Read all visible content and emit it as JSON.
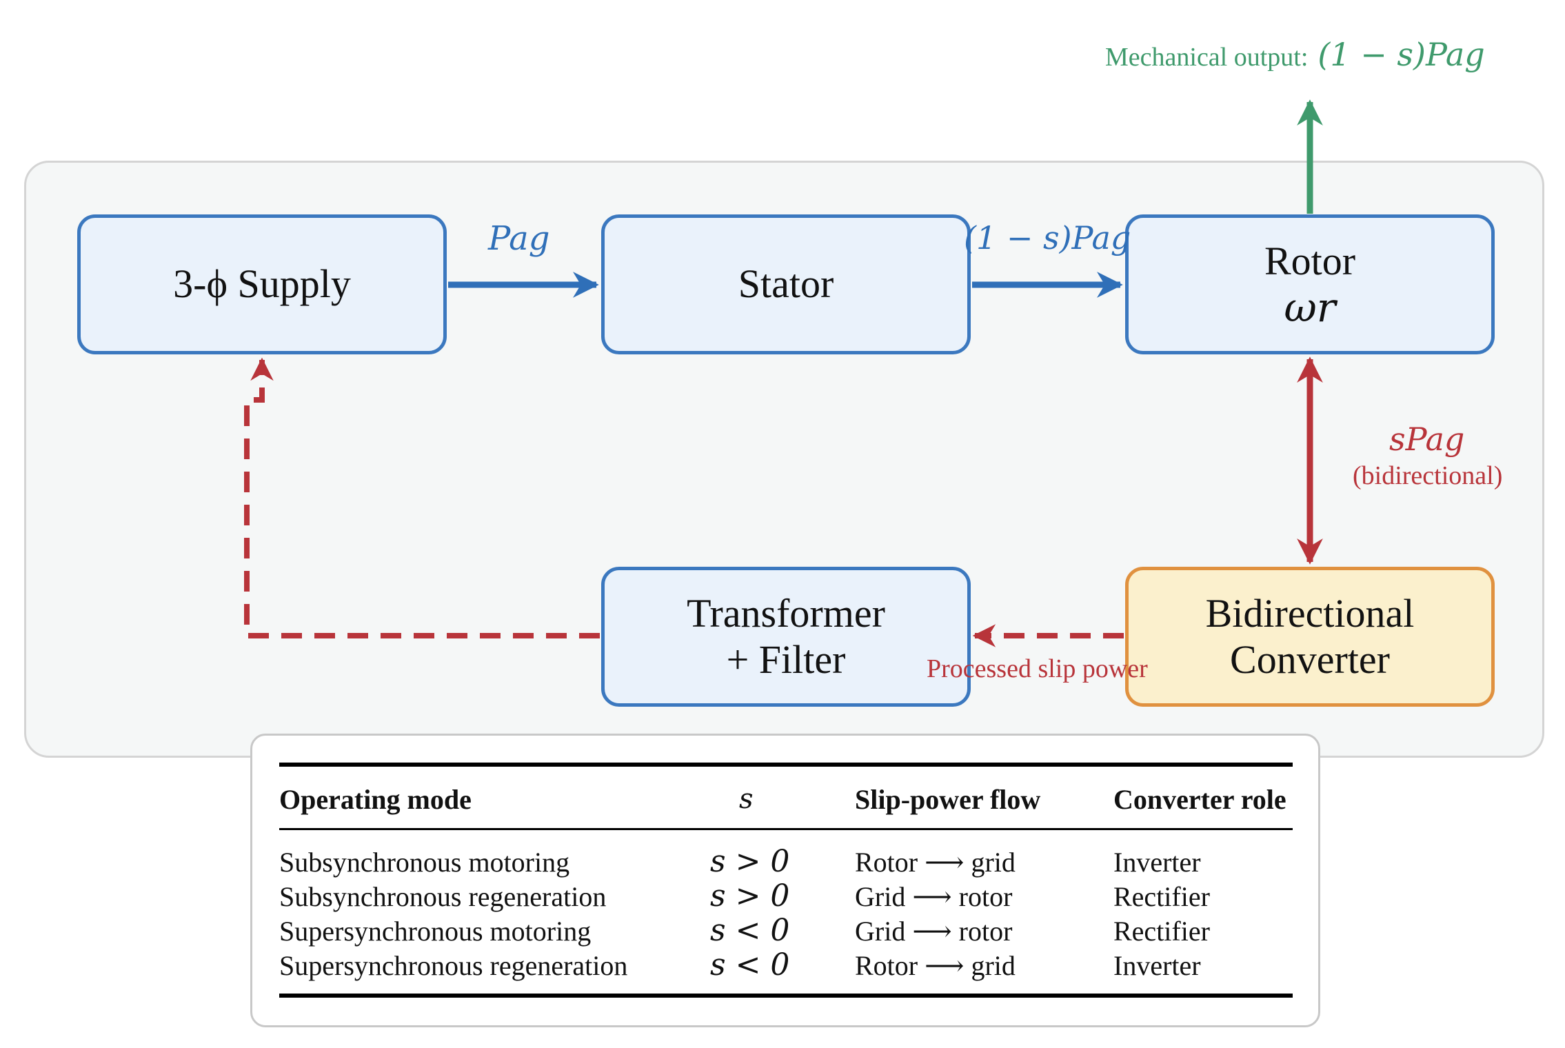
{
  "diagram": {
    "nodes": {
      "supply": "3-ϕ Supply",
      "stator": "Stator",
      "rotor": "Rotor",
      "rotor_speed": "ωr",
      "transformer_line1": "Transformer",
      "transformer_line2": "+ Filter",
      "converter_line1": "Bidirectional",
      "converter_line2": "Converter"
    },
    "edges": {
      "supply_to_stator": "Pag",
      "stator_to_rotor": "(1 − s)Pag",
      "rotor_converter": "sPag",
      "rotor_converter_note": "(bidirectional)",
      "converter_to_transformer": "Processed slip power",
      "mechanical_output_prefix": "Mechanical output:",
      "mechanical_output_value": "(1 − s)Pag"
    },
    "colors": {
      "node_fill": "#eaf2fb",
      "node_border": "#3b78bf",
      "converter_fill": "#fbf0cd",
      "converter_border": "#e0913f",
      "air_gap_power": "#2f6fb8",
      "slip_power": "#b8343a",
      "mechanical_power": "#3f9a6c"
    }
  },
  "table": {
    "headers": [
      "Operating mode",
      "s",
      "Slip-power flow",
      "Converter role"
    ],
    "rows": [
      [
        "Subsynchronous motoring",
        "s > 0",
        "Rotor ⟶ grid",
        "Inverter"
      ],
      [
        "Subsynchronous regeneration",
        "s > 0",
        "Grid ⟶ rotor",
        "Rectifier"
      ],
      [
        "Supersynchronous motoring",
        "s < 0",
        "Grid ⟶ rotor",
        "Rectifier"
      ],
      [
        "Supersynchronous regeneration",
        "s < 0",
        "Rotor ⟶ grid",
        "Inverter"
      ]
    ]
  }
}
